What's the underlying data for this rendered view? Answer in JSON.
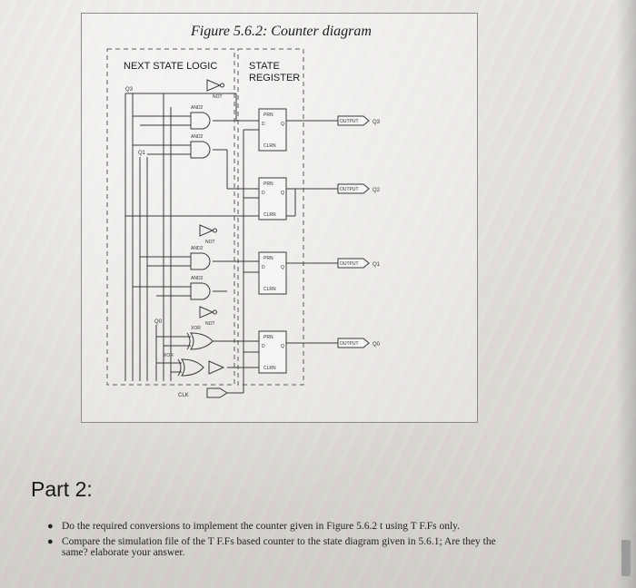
{
  "figure": {
    "caption": "Figure 5.6.2: Counter diagram",
    "sections": {
      "next_state_logic": "NEXT STATE LOGIC",
      "state_register_line1": "STATE",
      "state_register_line2": "REGISTER"
    },
    "inputs": {
      "q3": "Q3",
      "q1": "Q1",
      "q0": "Q0",
      "clk": "CLK"
    },
    "outputs": [
      {
        "label": "OUTPUT",
        "name": "Q3"
      },
      {
        "label": "OUTPUT",
        "name": "Q2"
      },
      {
        "label": "OUTPUT",
        "name": "Q1"
      },
      {
        "label": "OUTPUT",
        "name": "Q0"
      }
    ],
    "gate_labels": {
      "and2_a": "AND2",
      "and2_b": "AND2",
      "and2_c": "AND2",
      "and2_d": "AND2",
      "not_a": "NOT",
      "not_b": "NOT",
      "not_c": "NOT",
      "xor_a": "XOR",
      "xor_b": "XOR"
    },
    "ff_pins": {
      "clrn": "CLRN",
      "prn": "PRN",
      "d": "D",
      "q": "Q"
    }
  },
  "part": {
    "heading": "Part 2:",
    "bullets": [
      "Do the required conversions to implement the counter given in Figure 5.6.2 t using T F.Fs only.",
      "Compare the simulation file of the T F.Fs based counter to the state diagram given in 5.6.1; Are they the same? elaborate your answer."
    ]
  },
  "colors": {
    "text": "#1a1a1a",
    "wire": "#3a3a3a",
    "dashed_box": "#5a5a5a"
  }
}
